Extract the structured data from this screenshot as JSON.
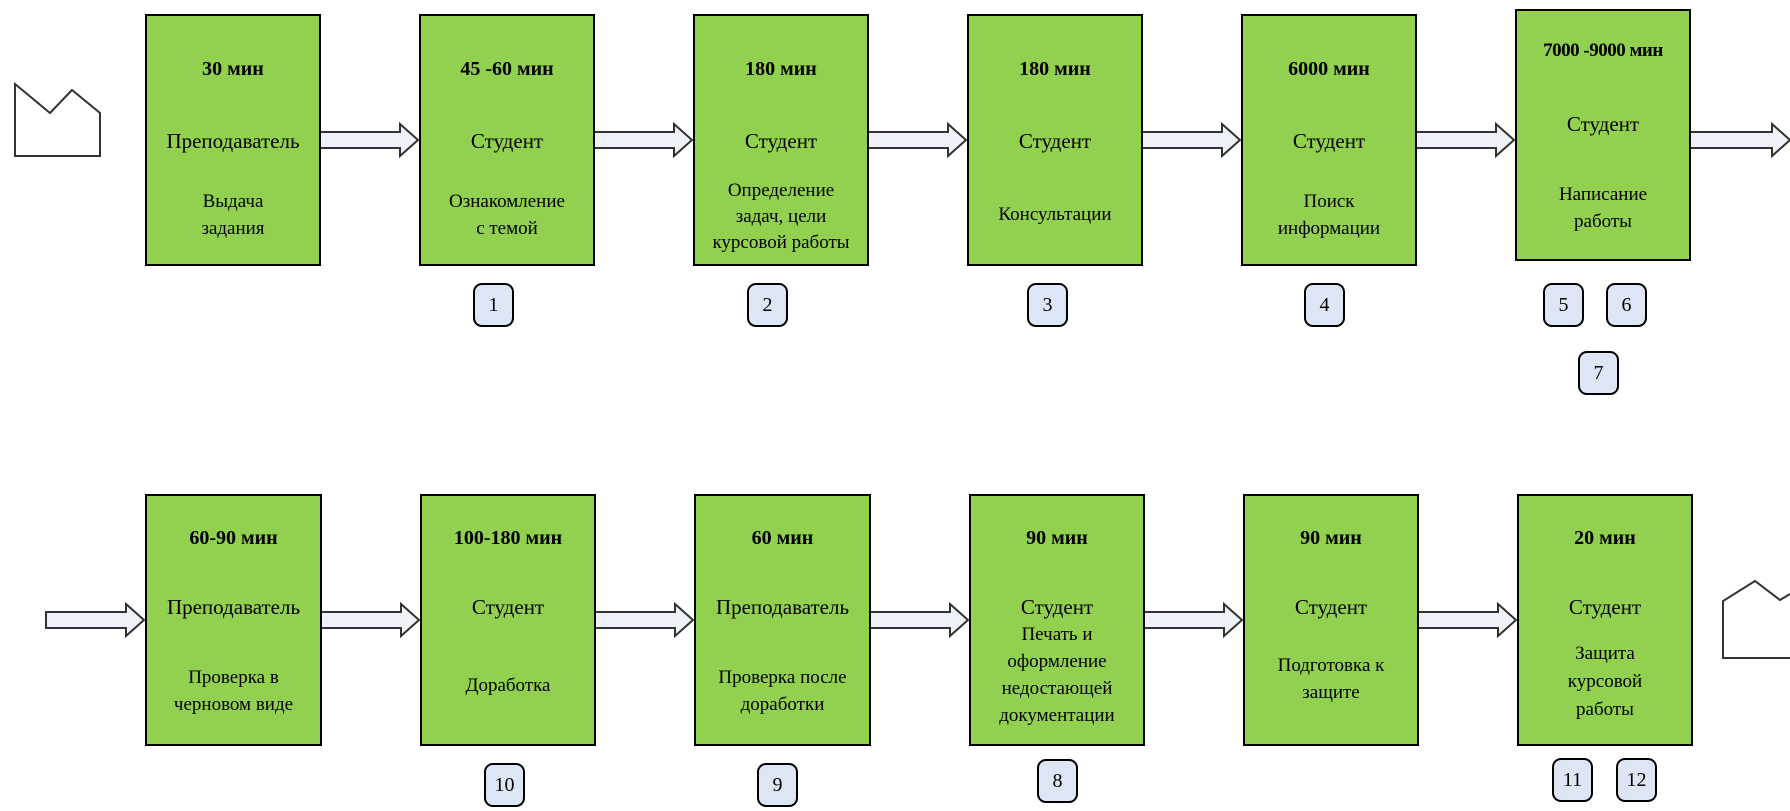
{
  "diagram": {
    "row1": [
      {
        "time": "30 мин",
        "role": "Преподаватель",
        "task": [
          "Выдача",
          "задания"
        ]
      },
      {
        "time": "45 -60 мин",
        "role": "Студент",
        "task": [
          "Ознакомление",
          "с темой"
        ]
      },
      {
        "time": "180 мин",
        "role": "Студент",
        "task": [
          "Определение",
          "задач, цели",
          "курсовой работы"
        ]
      },
      {
        "time": "180 мин",
        "role": "Студент",
        "task": [
          "Консультации"
        ]
      },
      {
        "time": "6000 мин",
        "role": "Студент",
        "task": [
          "Поиск",
          "информации"
        ]
      },
      {
        "time": "7000 -9000 мин",
        "role": "Студент",
        "task": [
          "Написание",
          "работы"
        ]
      }
    ],
    "row2": [
      {
        "time": "60-90 мин",
        "role": "Преподаватель",
        "task": [
          "Проверка в",
          "черновом виде"
        ]
      },
      {
        "time": "100-180 мин",
        "role": "Студент",
        "task": [
          "Доработка"
        ]
      },
      {
        "time": "60 мин",
        "role": "Преподаватель",
        "task": [
          "Проверка после",
          "доработки"
        ]
      },
      {
        "time": "90 мин",
        "role": "Студент",
        "task": [
          "Печать и",
          "оформление",
          "недостающей",
          "документации"
        ]
      },
      {
        "time": "90 мин",
        "role": "Студент",
        "task": [
          "Подготовка к",
          "защите"
        ]
      },
      {
        "time": "20 мин",
        "role": "Студент",
        "task": [
          "Защита",
          "курсовой",
          "работы"
        ]
      }
    ],
    "badges": [
      "1",
      "2",
      "3",
      "4",
      "5",
      "6",
      "7",
      "8",
      "9",
      "10",
      "11",
      "12"
    ]
  }
}
